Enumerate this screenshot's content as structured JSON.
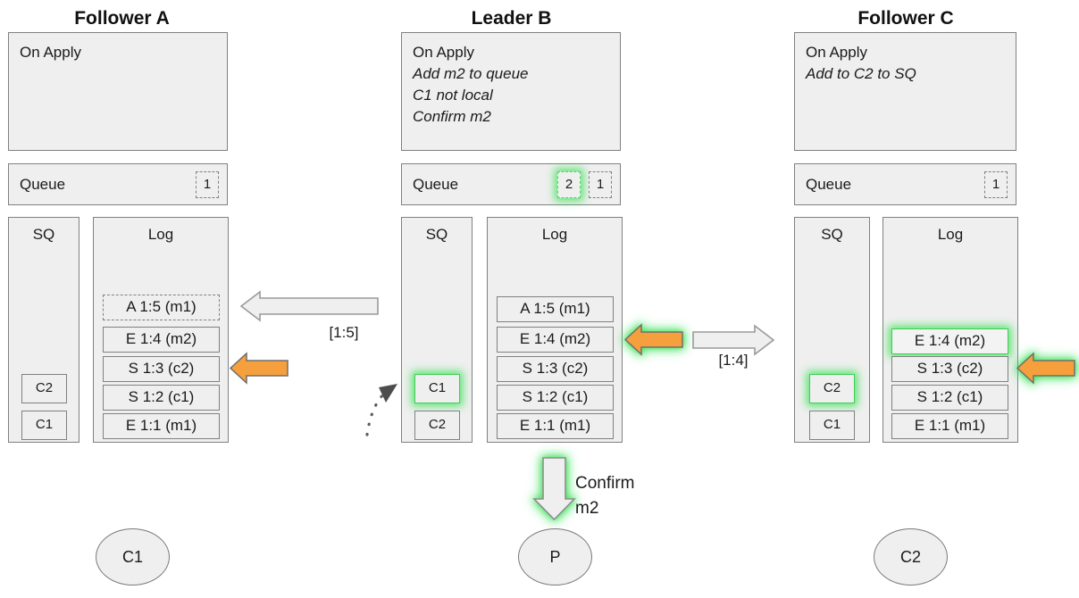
{
  "columns": [
    {
      "id": "follower-a",
      "title": "Follower A",
      "on_apply": {
        "header": "On Apply",
        "lines": []
      },
      "queue": {
        "label": "Queue",
        "items": [
          {
            "value": "1",
            "highlight": false
          }
        ]
      },
      "sq": {
        "header": "SQ",
        "items": [
          {
            "value": "C2",
            "highlight": false
          },
          {
            "value": "C1",
            "highlight": false
          }
        ]
      },
      "log": {
        "header": "Log",
        "entries": [
          {
            "value": "A 1:5 (m1)",
            "style": "dashed",
            "highlight": false
          },
          {
            "value": "E 1:4 (m2)",
            "style": "solid",
            "highlight": false
          },
          {
            "value": "S 1:3 (c2)",
            "style": "solid",
            "highlight": false
          },
          {
            "value": "S 1:2 (c1)",
            "style": "solid",
            "highlight": false
          },
          {
            "value": "E 1:1 (m1)",
            "style": "solid",
            "highlight": false
          }
        ]
      },
      "node": "C1"
    },
    {
      "id": "leader-b",
      "title": "Leader B",
      "on_apply": {
        "header": "On Apply",
        "lines": [
          "Add m2 to queue",
          "C1 not local",
          "Confirm m2"
        ]
      },
      "queue": {
        "label": "Queue",
        "items": [
          {
            "value": "2",
            "highlight": true
          },
          {
            "value": "1",
            "highlight": false
          }
        ]
      },
      "sq": {
        "header": "SQ",
        "items": [
          {
            "value": "C1",
            "highlight": true
          },
          {
            "value": "C2",
            "highlight": false
          }
        ]
      },
      "log": {
        "header": "Log",
        "entries": [
          {
            "value": "A 1:5 (m1)",
            "style": "solid",
            "highlight": false
          },
          {
            "value": "E 1:4 (m2)",
            "style": "solid",
            "highlight": false
          },
          {
            "value": "S 1:3 (c2)",
            "style": "solid",
            "highlight": false
          },
          {
            "value": "S 1:2 (c1)",
            "style": "solid",
            "highlight": false
          },
          {
            "value": "E 1:1 (m1)",
            "style": "solid",
            "highlight": false
          }
        ]
      },
      "node": "P"
    },
    {
      "id": "follower-c",
      "title": "Follower C",
      "on_apply": {
        "header": "On Apply",
        "lines": [
          "Add to C2 to SQ"
        ]
      },
      "queue": {
        "label": "Queue",
        "items": [
          {
            "value": "1",
            "highlight": false
          }
        ]
      },
      "sq": {
        "header": "SQ",
        "items": [
          {
            "value": "C2",
            "highlight": true
          },
          {
            "value": "C1",
            "highlight": false
          }
        ]
      },
      "log": {
        "header": "Log",
        "entries": [
          {
            "value": "E 1:4 (m2)",
            "style": "solid",
            "highlight": true
          },
          {
            "value": "S 1:3 (c2)",
            "style": "solid",
            "highlight": false
          },
          {
            "value": "S 1:2 (c1)",
            "style": "solid",
            "highlight": false
          },
          {
            "value": "E 1:1 (m1)",
            "style": "solid",
            "highlight": false
          }
        ]
      },
      "node": "C2"
    }
  ],
  "arrows": {
    "ab_replication_label": "[1:5]",
    "bc_replication_label": "[1:4]",
    "confirm_label_line1": "Confirm",
    "confirm_label_line2": "m2"
  },
  "colors": {
    "orange": "#f5a03c",
    "green_glow": "#40e25a",
    "box_border": "#808080",
    "box_fill": "#efefef"
  }
}
